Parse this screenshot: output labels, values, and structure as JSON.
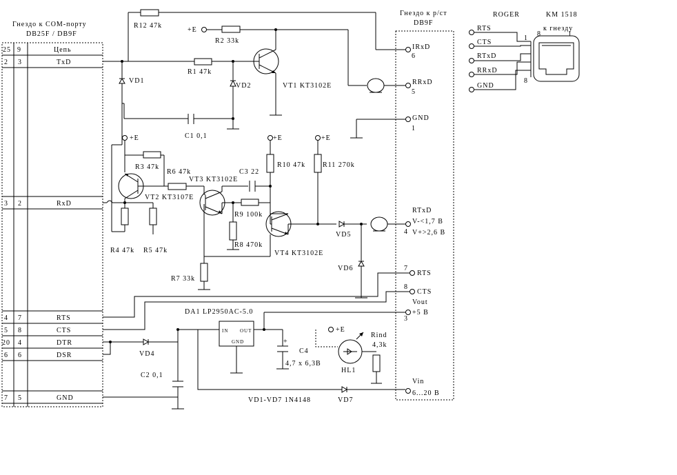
{
  "com_connector": {
    "title_1": "Гнездо к COM-порту",
    "title_2": "DB25F / DB9F",
    "header": {
      "db25": "25",
      "db9": "9",
      "signal": "Цепь"
    },
    "pins": [
      {
        "db25": "2",
        "db9": "3",
        "name": "TxD"
      },
      {
        "db25": "3",
        "db9": "2",
        "name": "RxD"
      },
      {
        "db25": "4",
        "db9": "7",
        "name": "RTS"
      },
      {
        "db25": "5",
        "db9": "8",
        "name": "CTS"
      },
      {
        "db25": "20",
        "db9": "4",
        "name": "DTR"
      },
      {
        "db25": "6",
        "db9": "6",
        "name": "DSR"
      },
      {
        "db25": "7",
        "db9": "5",
        "name": "GND"
      }
    ]
  },
  "rs_connector": {
    "title_1": "Гнездо к р/ст",
    "title_2": "DB9F",
    "pins": [
      {
        "name": "IRxD",
        "num": "6"
      },
      {
        "name": "RRxD",
        "num": "5"
      },
      {
        "name": "GND",
        "num": "1"
      },
      {
        "name": "RTxD",
        "num": "4",
        "note_1": "V-<1,7 В",
        "note_2": "V+>2,6 В"
      },
      {
        "name": "RTS",
        "num": "7"
      },
      {
        "name": "CTS",
        "num": "8"
      },
      {
        "name": "Vout",
        "num": "3",
        "note_1": "+5 В"
      },
      {
        "name": "Vin",
        "num": "6...20 В"
      }
    ]
  },
  "roger": {
    "title_1": "ROGER",
    "title_2": "KM 1518",
    "socket_label": "к гнезду",
    "signals": [
      "RTS",
      "CTS",
      "RTxD",
      "RRxD",
      "GND"
    ],
    "pin_left_top": "1",
    "pin_left_8": "8",
    "pin_right_1": "1",
    "pin_bottom_8": "8"
  },
  "components": {
    "r12": "R12 47k",
    "r2": "R2 33k",
    "r1": "R1 47k",
    "vd1": "VD1",
    "vd2": "VD2",
    "vt1": "VT1 KT3102E",
    "c1": "C1 0,1",
    "r3": "R3 47k",
    "r6": "R6 47k",
    "vt2": "VT2 KT3107E",
    "vt3": "VT3 KT3102E",
    "c3": "C3 22",
    "r10": "R10 47k",
    "r11": "R11 270k",
    "r9": "R9 100k",
    "r8": "R8 470k",
    "r4": "R4 47k",
    "r5": "R5 47k",
    "vt4": "VT4 KT3102E",
    "vd5": "VD5",
    "vd6": "VD6",
    "r7": "R7 33k",
    "da1": "DA1 LP2950AC-5.0",
    "da1_in": "IN",
    "da1_out": "OUT",
    "da1_gnd": "GND",
    "c4_1": "C4",
    "c4_2": "4,7 х 6,3В",
    "rind_1": "Rind",
    "rind_2": "4,3k",
    "hl1": "HL1",
    "vd4": "VD4",
    "c2": "C2 0,1",
    "vd7": "VD7",
    "diodes_note": "VD1-VD7 1N4148",
    "plus_e": "+E",
    "plus_sign": "+"
  }
}
